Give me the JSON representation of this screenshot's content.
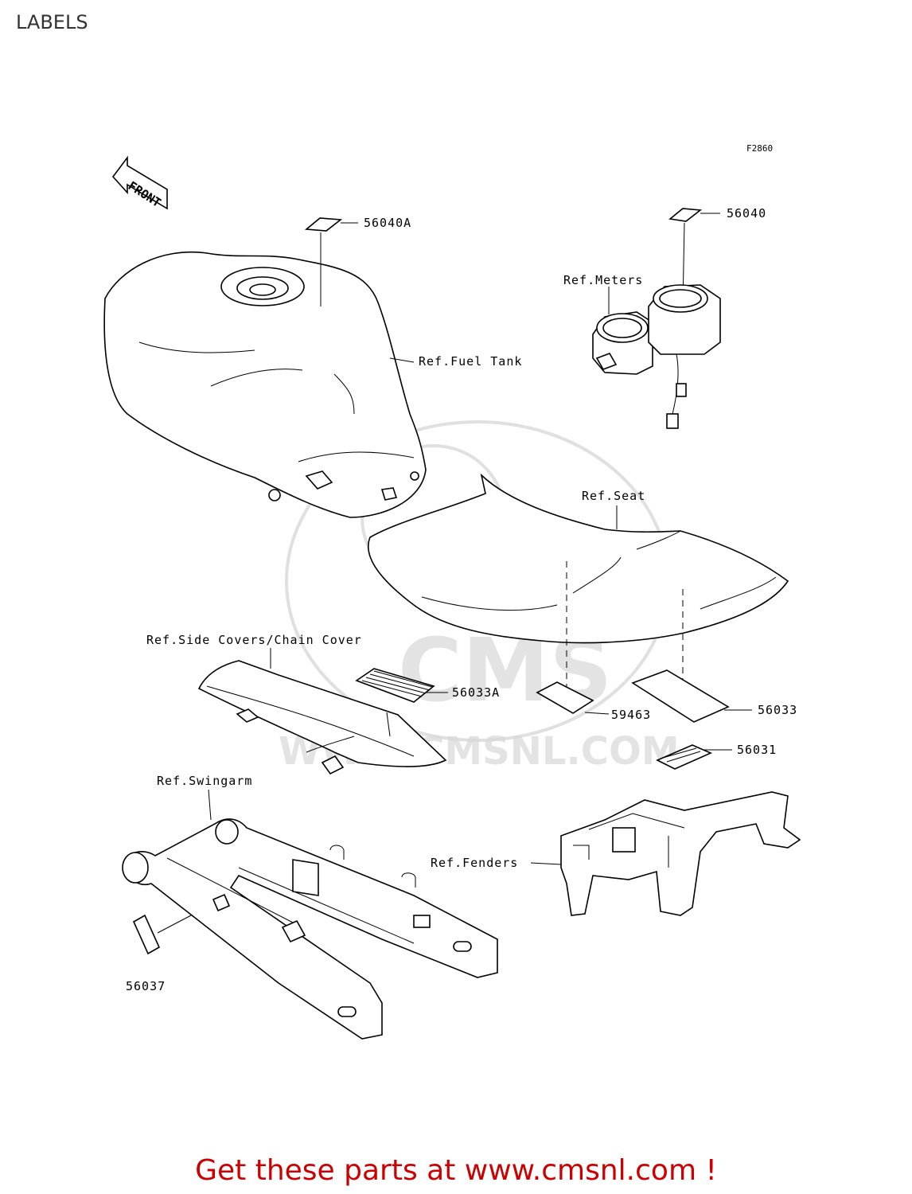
{
  "page": {
    "title": "LABELS"
  },
  "diagram": {
    "figure_id": "F2860",
    "front_arrow": "FRONT",
    "refs": {
      "fuel_tank": "Ref.Fuel Tank",
      "meters": "Ref.Meters",
      "seat": "Ref.Seat",
      "side_covers": "Ref.Side Covers/Chain Cover",
      "swingarm": "Ref.Swingarm",
      "fenders": "Ref.Fenders"
    },
    "parts": {
      "p56040A": "56040A",
      "p56040": "56040",
      "p56033A": "56033A",
      "p59463": "59463",
      "p56033": "56033",
      "p56031": "56031",
      "p56037": "56037"
    },
    "watermark": {
      "brand": "CMS",
      "url": "WWW.CMSNL.COM"
    }
  },
  "footer": {
    "text": "Get these parts at www.cmsnl.com !"
  }
}
